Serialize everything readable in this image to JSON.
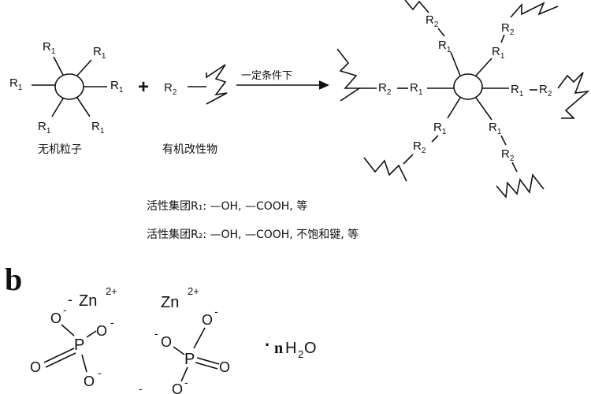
{
  "top": {
    "r1": "R",
    "r1_sub": "1",
    "r2": "R",
    "r2_sub": "2",
    "plus": "+",
    "condition": "一定条件下",
    "inorganic_particle_label": "无机粒子",
    "organic_modifier_label": "有机改性物",
    "note_r1": "活性集团R₁: —OH, —COOH, 等",
    "note_r2": "活性集团R₂: —OH, —COOH, 不饱和键, 等"
  },
  "bottom": {
    "panel_label": "b",
    "zn": "Zn",
    "zn_charge": "2+",
    "o": "O",
    "p": "P",
    "minus": "-",
    "hydrate_dot": "·",
    "hydrate_n": "n",
    "hydrate_h": "H",
    "hydrate_sub": "2",
    "hydrate_o": "O"
  }
}
